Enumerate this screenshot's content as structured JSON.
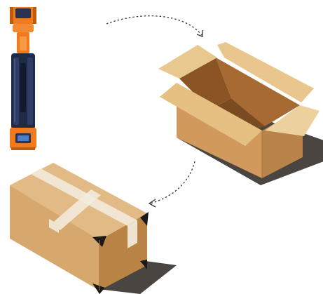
{
  "scene": {
    "background": "#ffffff",
    "items": [
      {
        "name": "orange-navy-device",
        "role": "product",
        "colors": {
          "body": "#1f2a44",
          "accent": "#f07a1e"
        }
      },
      {
        "name": "open-cardboard-box",
        "role": "packaging",
        "colors": {
          "cardboard": "#d9a86c",
          "interior": "#a66a32"
        }
      },
      {
        "name": "sealed-cardboard-box",
        "role": "shipment",
        "colors": {
          "cardboard": "#dcb07a",
          "tape": "#f0e8d8",
          "corner-protector": "#1a1a1a"
        }
      }
    ],
    "arrows": [
      {
        "name": "device-to-open-box-arrow",
        "style": "dashed",
        "direction": "right"
      },
      {
        "name": "open-box-to-sealed-box-arrow",
        "style": "dashed",
        "direction": "down-left"
      }
    ]
  }
}
